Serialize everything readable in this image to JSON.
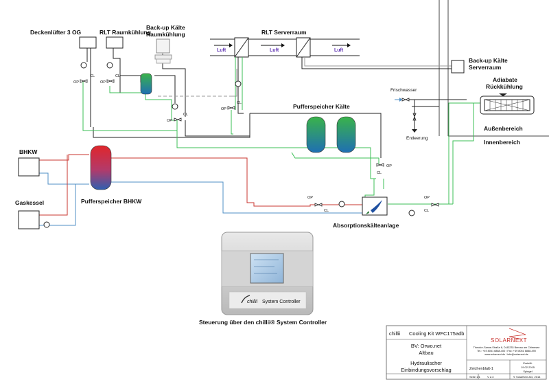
{
  "labels": {
    "deckenluefter": "Deckenlüfter 3 OG",
    "rlt_raumkuehlung": "RLT Raumkühlung",
    "backup_raum_l1": "Back-up Kälte",
    "backup_raum_l2": "Raumkühlung",
    "rlt_serverraum": "RLT Serverraum",
    "luft": "Luft",
    "backup_server_l1": "Back-up Kälte",
    "backup_server_l2": "Serverraum",
    "adiabate_l1": "Adiabate",
    "adiabate_l2": "Rückkühlung",
    "frischwasser": "Frischwasser",
    "entleerung": "Entleerung",
    "aussenbereich": "Außenbereich",
    "innenbereich": "Innenbereich",
    "pufferspeicher_kaelte": "Pufferspeicher Kälte",
    "bhkw": "BHKW",
    "gaskessel": "Gaskessel",
    "pufferspeicher_bhkw": "Pufferspeicher BHKW",
    "absorptionskaelteanlage": "Absorptionskälteanlage",
    "steuerung": "Steuerung über den chillii® System Controller",
    "controller_brand": "chillii",
    "controller_name": "System Controller",
    "op": "OP",
    "cl": "CL"
  },
  "title_block": {
    "product_prefix": "chillii",
    "product_suffix": "Cooling Kit WFC175adb",
    "bv_line1": "BV: Orwo.net",
    "bv_line2": "Altbau",
    "desc_line1": "Hydraulischer",
    "desc_line2": "Einbindungsvorschlag",
    "company": "SOLARNEXT",
    "address_line1": "Theodor-Sanne-Straße 6, D-83233 Bernau am Chiemsee",
    "address_line2": "Tel.: +49 8051 6888-400 / Fax: +49 8051 6888-490",
    "address_line3": "www.solarnext.de / info@solarnext.de",
    "sheet": "Zeichenblatt-1",
    "created_label": "Erstellt:",
    "created_date": "19.02.2015",
    "created_by": "Spiegel",
    "page": "Seite 1/1",
    "version": "V 2.3",
    "copyright": "© SolarNext AG, 2014"
  },
  "colors": {
    "hot": "#c8342f",
    "return": "#4f8fc6",
    "cold": "#3bbf55",
    "accent_company": "#c8342f"
  }
}
